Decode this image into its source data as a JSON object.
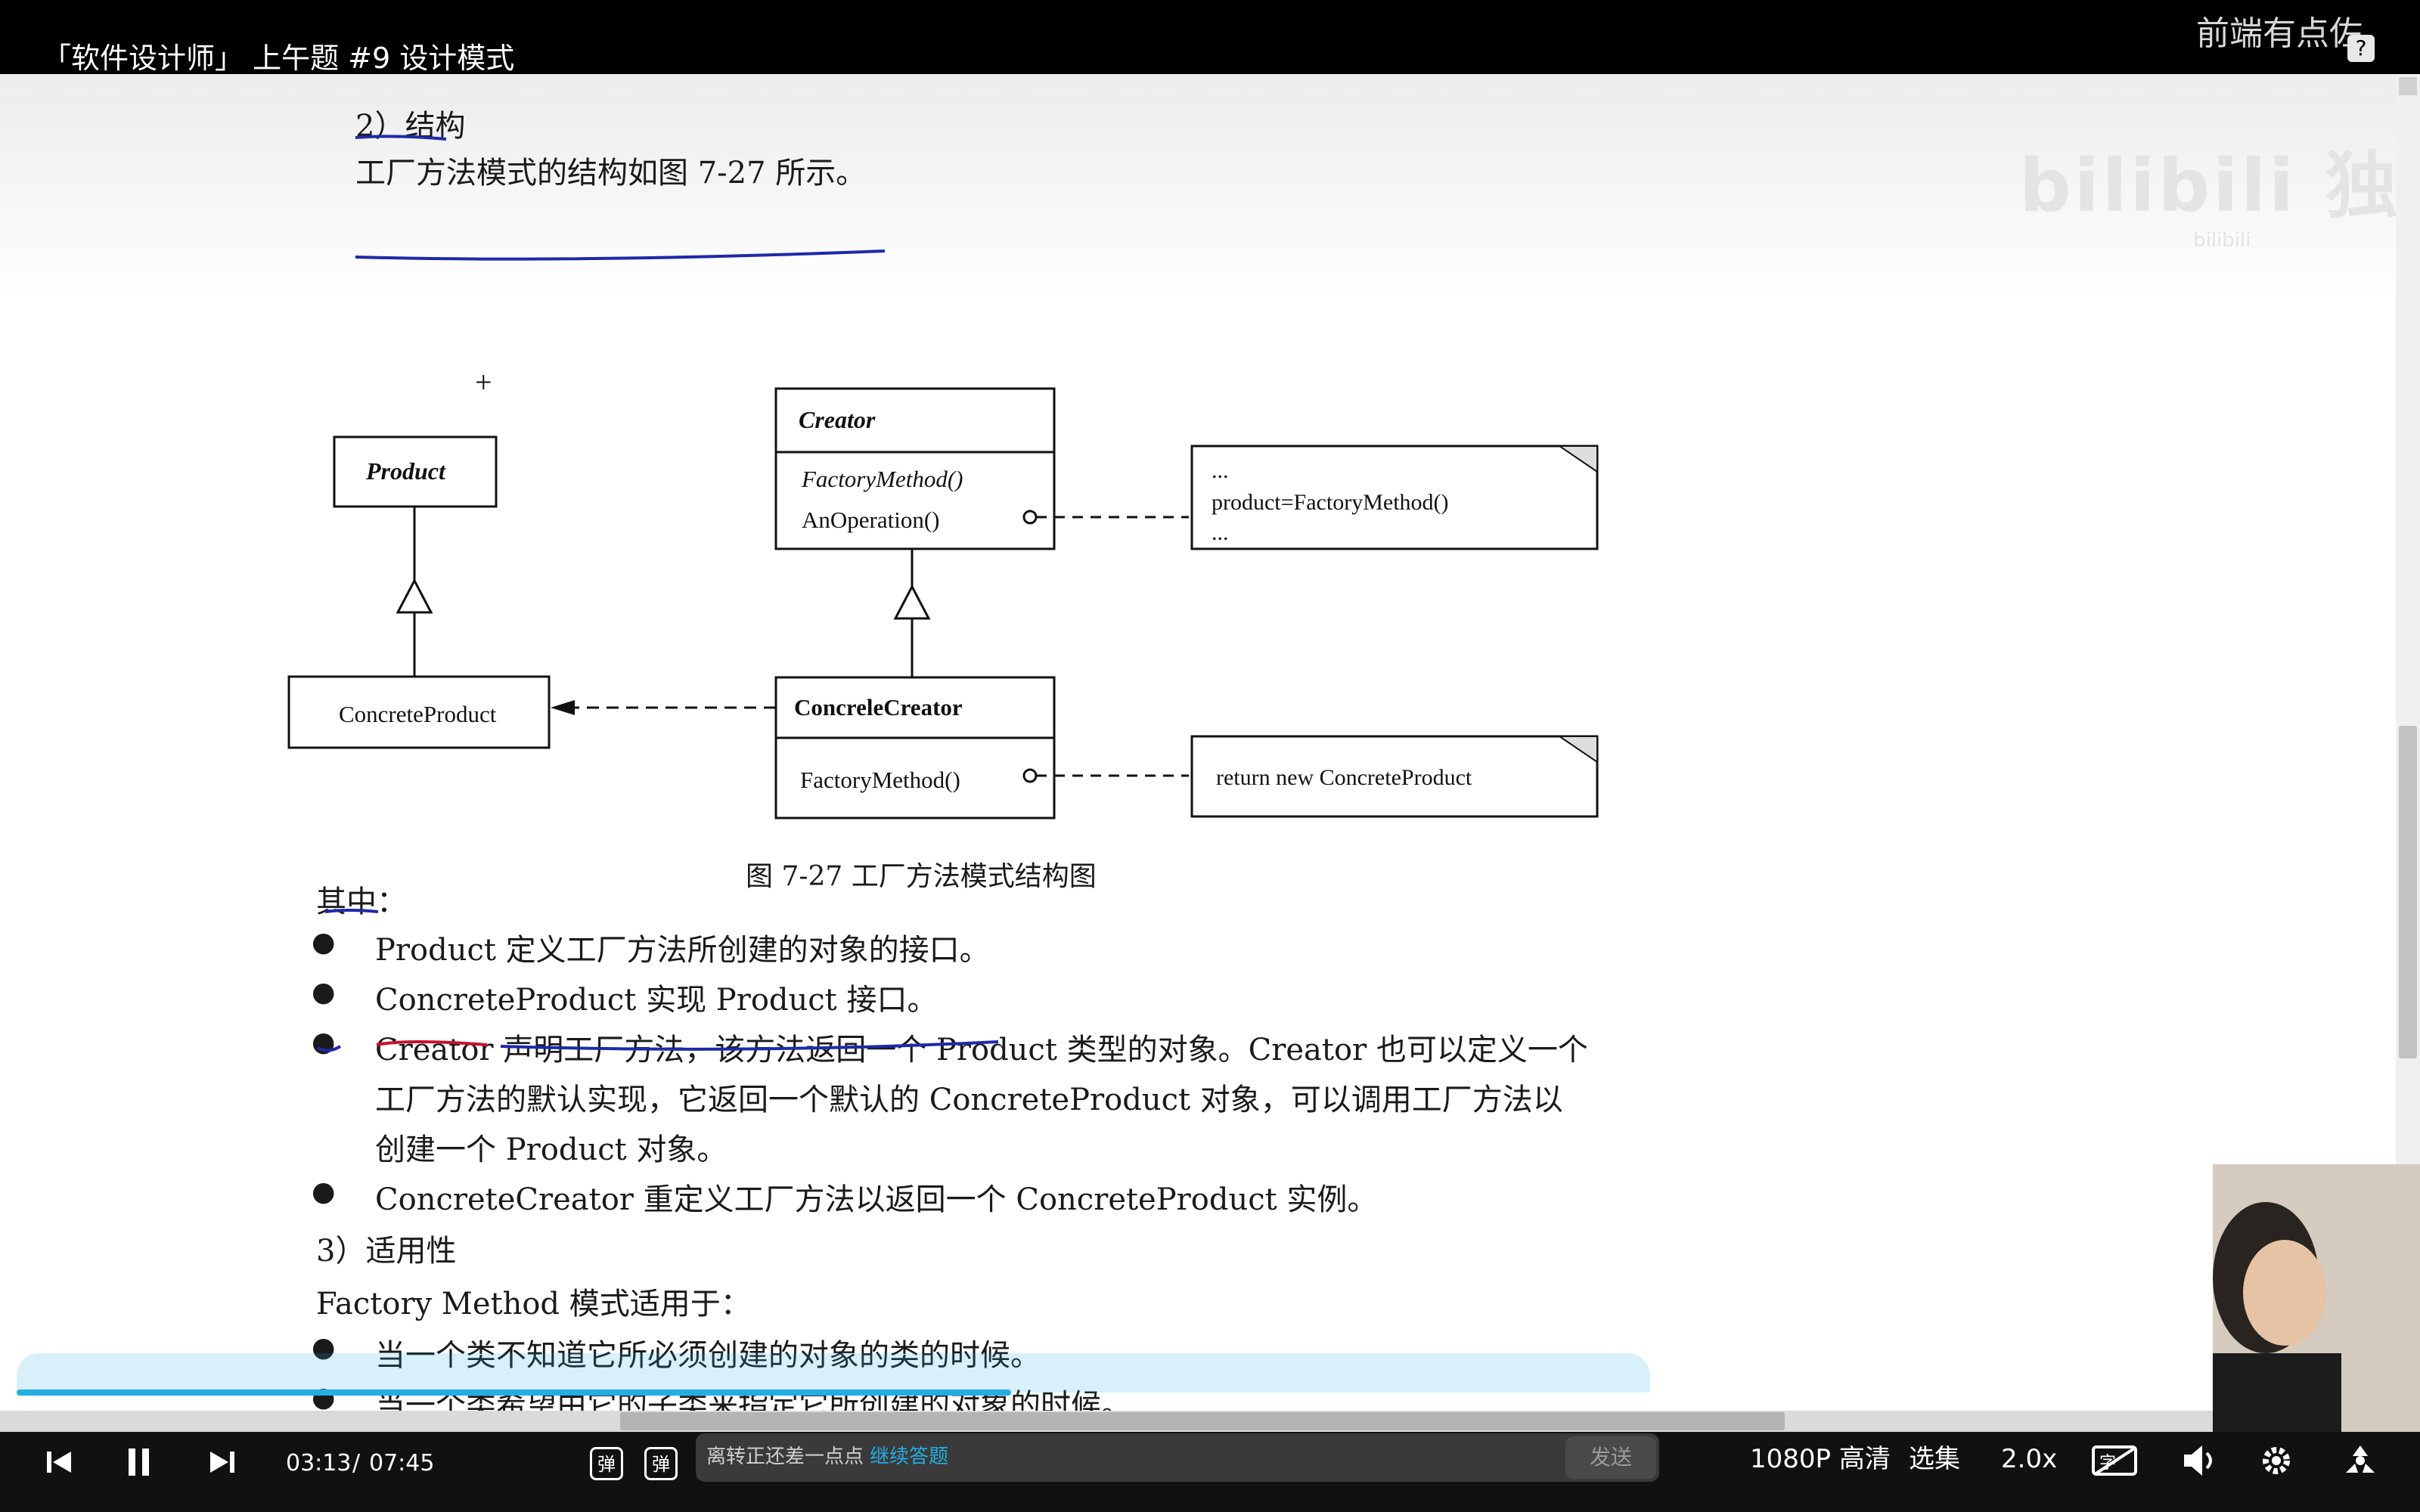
{
  "header": {
    "title": "「软件设计师」 上午题 #9 设计模式",
    "uploader": "前端有点佐",
    "help_icon": "?"
  },
  "watermark": {
    "text": "bilibili 独家",
    "sub": "bilibili"
  },
  "document": {
    "section_structure": "2）结构",
    "structure_sentence": "工厂方法模式的结构如图 7-27 所示。",
    "diagram": {
      "product": "Product",
      "concrete_product": "ConcreteProduct",
      "creator": "Creator",
      "creator_methods": [
        "FactoryMethod()",
        "AnOperation()"
      ],
      "concrete_creator": "ConcreleCreator",
      "concrete_creator_method": "FactoryMethod()",
      "note1": [
        "...",
        "product=FactoryMethod()",
        "..."
      ],
      "note2": "return new ConcreteProduct",
      "caption": "图 7-27    工厂方法模式结构图"
    },
    "among": "其中：",
    "bullets": [
      "Product 定义工厂方法所创建的对象的接口。",
      "ConcreteProduct 实现 Product 接口。",
      "Creator 声明工厂方法，该方法返回一个 Product 类型的对象。Creator 也可以定义一个",
      "工厂方法的默认实现，它返回一个默认的 ConcreteProduct 对象，可以调用工厂方法以",
      "创建一个 Product 对象。",
      "ConcreteCreator 重定义工厂方法以返回一个 ConcreteProduct 实例。"
    ],
    "section_applicability": "3）适用性",
    "applicability_intro": "Factory Method 模式适用于：",
    "applicability_items": [
      "当一个类不知道它所必须创建的对象的类的时候。",
      "当一个类希望由它的子类来指定它所创建的对象的时候。"
    ]
  },
  "player": {
    "current_time": "03:13",
    "duration": "07:45",
    "time_sep": "/",
    "progress": 0.415,
    "danmaku_placeholder": "离转正还差一点点",
    "danmaku_link": "继续答题",
    "send": "发送",
    "quality": "1080P 高清",
    "episodes": "选集",
    "speed": "2.0x",
    "danmaku_toggle_icon": "弹",
    "danmaku_settings_icon": "弹"
  }
}
